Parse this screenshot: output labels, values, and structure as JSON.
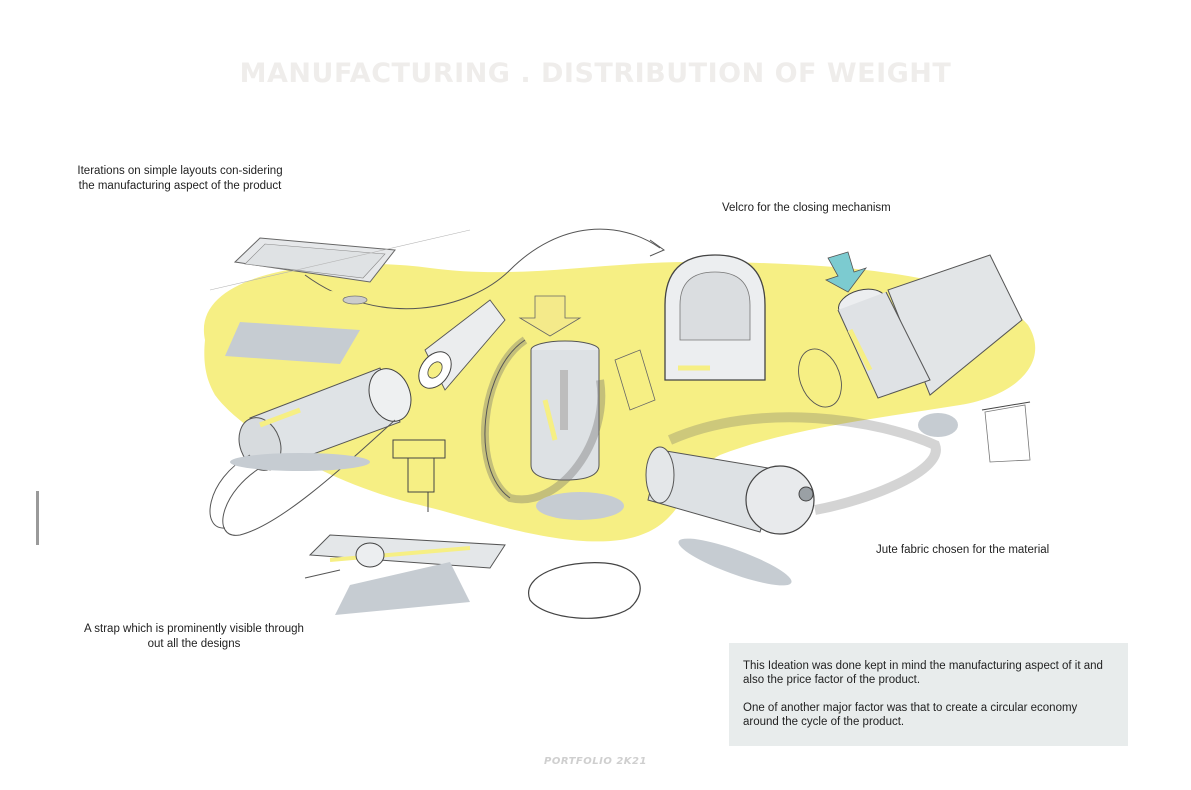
{
  "title": "MANUFACTURING  .  DISTRIBUTION OF WEIGHT",
  "notes": {
    "iterations": "Iterations on simple layouts con-sidering the manufacturing aspect of the product",
    "velcro": "Velcro for the closing mechanism",
    "jute": "Jute fabric chosen for the material",
    "strap": "A strap which is prominently visible through out all the designs"
  },
  "info_box": {
    "paragraph1": "This Ideation was done kept in mind the manufacturing aspect of it and also the price factor of the product.",
    "paragraph2": "One of another major factor was that to create a circular economy around the cycle of the product."
  },
  "footer": "PORTFOLIO 2K21",
  "colors": {
    "background": "#ffffff",
    "title": "#efedeb",
    "highlight_blob": "#f6ef84",
    "sketch_gray": "#d9dcde",
    "shadow_gray": "#c6ccd2",
    "arrow_cyan": "#7ccbd0",
    "arrow_yellow": "#f4ea8a",
    "info_box_bg": "#e8ecec",
    "footer": "#cfcfcf"
  }
}
